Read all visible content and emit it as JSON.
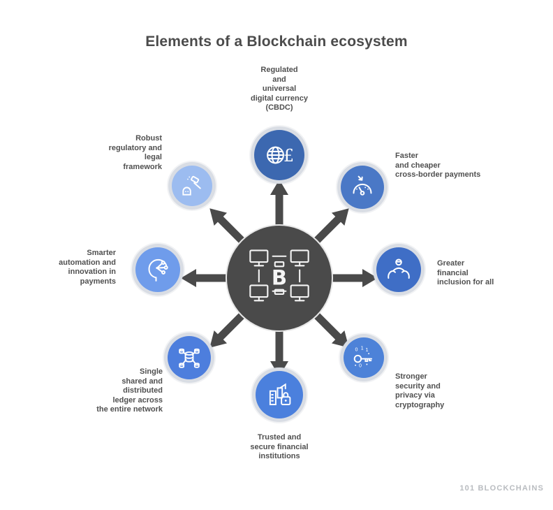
{
  "title": "Elements of a Blockchain ecosystem",
  "center": {
    "icon": "blockchain-bitcoin-network-icon",
    "color": "#4a4a4a"
  },
  "watermark": "101 BLOCKCHAINS",
  "nodes": [
    {
      "id": "digital-currency",
      "icon": "globe-pound-currency-icon",
      "position": "top",
      "color": "#3c68b0",
      "label": "Regulated\nand\nuniversal\ndigital currency\n(CBDC)"
    },
    {
      "id": "faster-payments",
      "icon": "gauge-down-arrow-icon",
      "position": "top-right",
      "color": "#4a78c6",
      "label": "Faster\nand cheaper\ncross-border payments"
    },
    {
      "id": "financial-inclusion",
      "icon": "caring-hands-person-icon",
      "position": "right",
      "color": "#3f6ec6",
      "label": "Greater\nfinancial\ninclusion for all"
    },
    {
      "id": "cryptography",
      "icon": "digital-key-icon",
      "position": "bottom-right",
      "color": "#4d82d8",
      "label": "Stronger\nsecurity and\nprivacy via\ncryptography"
    },
    {
      "id": "secure-institutions",
      "icon": "secure-buildings-lock-icon",
      "position": "bottom",
      "color": "#4b80dd",
      "label": "Trusted and\nsecure financial\ninstitutions"
    },
    {
      "id": "distributed-ledger",
      "icon": "distributed-database-icon",
      "position": "bottom-left",
      "color": "#4d7edd",
      "label": "Single\nshared and\ndistributed\nledger across\nthe entire network"
    },
    {
      "id": "innovation",
      "icon": "ai-head-network-icon",
      "position": "left",
      "color": "#6f9ceb",
      "label": "Smarter\nautomation and\ninnovation in\npayments"
    },
    {
      "id": "regulation",
      "icon": "gavel-icon",
      "position": "top-left",
      "color": "#9cbcf0",
      "label": "Robust\nregulatory and\nlegal\nframework"
    }
  ]
}
